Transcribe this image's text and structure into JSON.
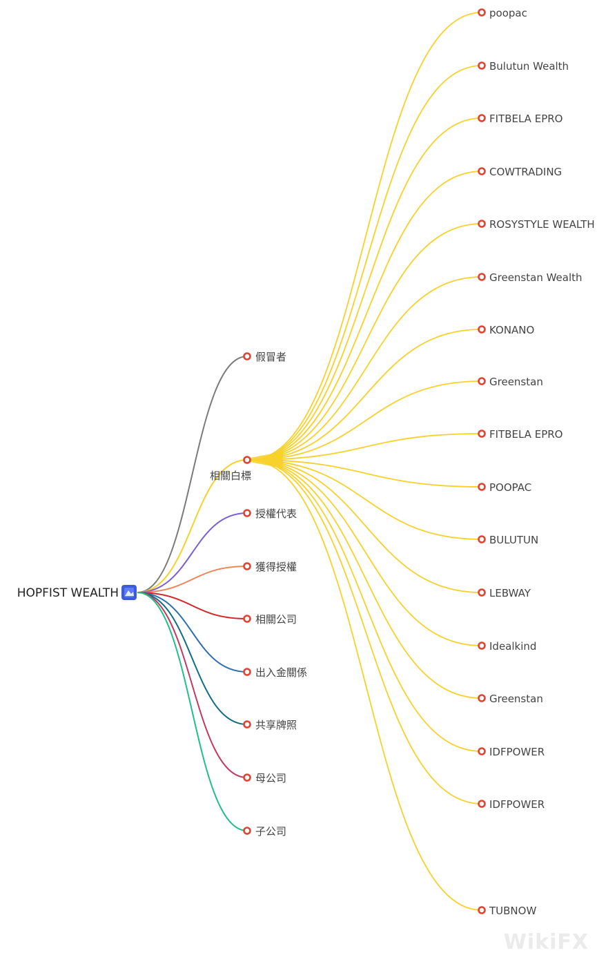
{
  "root": {
    "label": "HOPFIST WEALTH",
    "icon": "company-logo-icon",
    "icon_color": "#3b5bdb"
  },
  "categories": [
    {
      "id": "impostor",
      "label": "假冒者",
      "color": "#7a7a7a"
    },
    {
      "id": "white-label",
      "label": "相關白標",
      "color": "#f7d12a"
    },
    {
      "id": "authorized-rep",
      "label": "授權代表",
      "color": "#7a5fd6"
    },
    {
      "id": "authorized",
      "label": "獲得授權",
      "color": "#f08459"
    },
    {
      "id": "related-company",
      "label": "相關公司",
      "color": "#d42424"
    },
    {
      "id": "fund-relation",
      "label": "出入金關係",
      "color": "#2d6fb0"
    },
    {
      "id": "shared-license",
      "label": "共享牌照",
      "color": "#0f6d86"
    },
    {
      "id": "parent",
      "label": "母公司",
      "color": "#c23a5e"
    },
    {
      "id": "subsidiary",
      "label": "子公司",
      "color": "#1fbf86"
    }
  ],
  "white_labels": [
    "poopac",
    "Bulutun Wealth",
    "FITBELA EPRO",
    "COWTRADING",
    "ROSYSTYLE WEALTH",
    "Greenstan Wealth",
    "KONANO",
    "Greenstan",
    "FITBELA EPRO",
    "POOPAC",
    "BULUTUN",
    " LEBWAY",
    "Idealkind",
    "Greenstan",
    "IDFPOWER",
    "IDFPOWER",
    "TUBNOW"
  ],
  "watermark": "WikiFX",
  "colors": {
    "node_ring": "#e0432f",
    "white_label_edge": "#f7d12a"
  }
}
